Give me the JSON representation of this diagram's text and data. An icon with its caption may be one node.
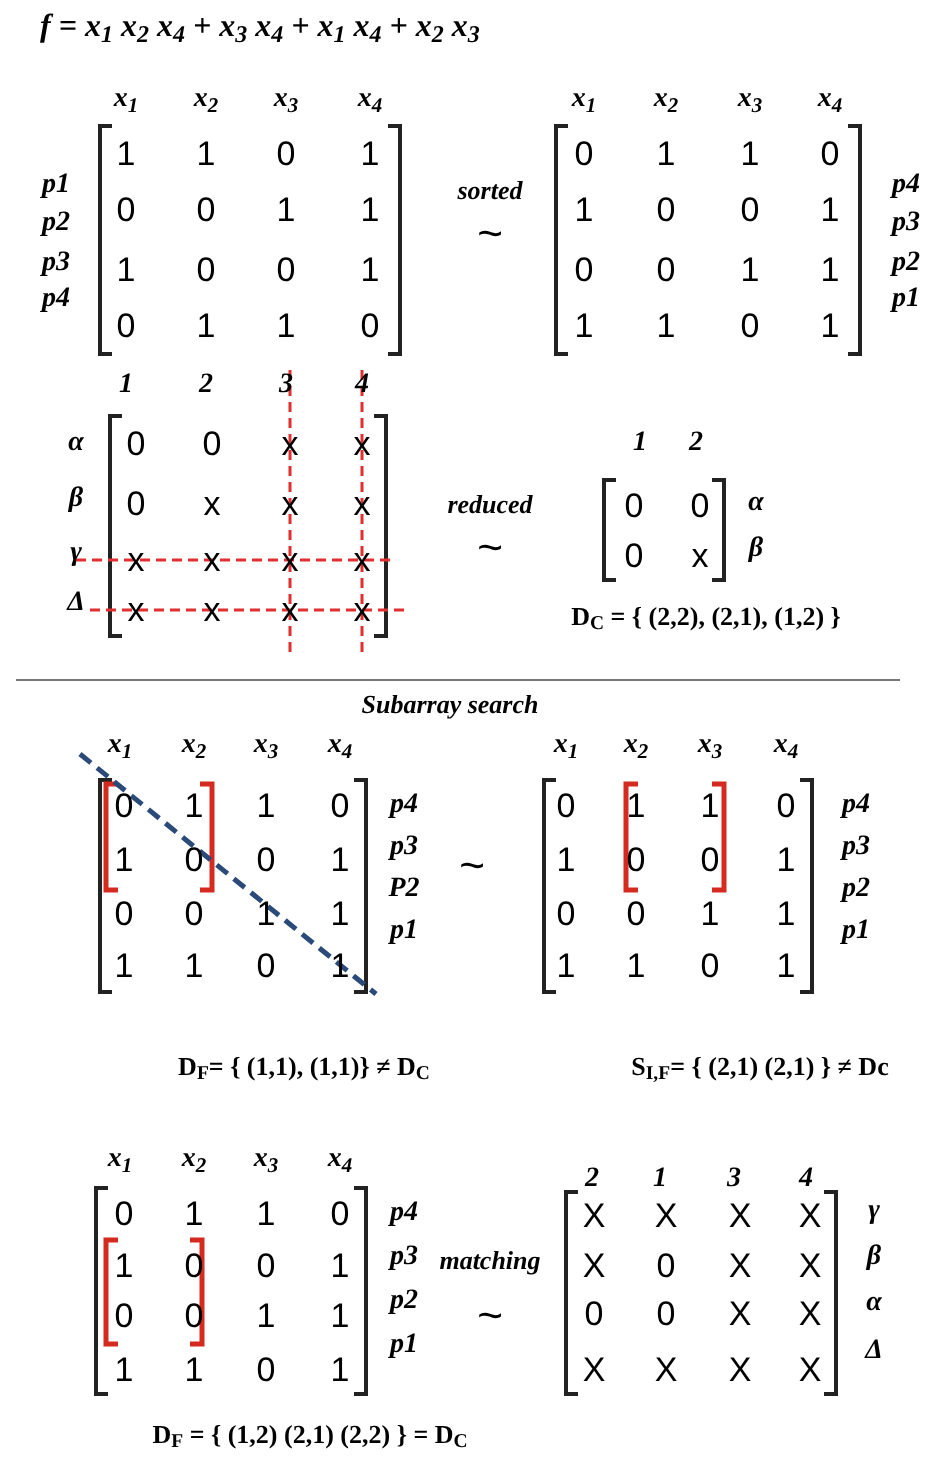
{
  "diagram": {
    "title": "f = x$_{1}$ x$_{2}$ x$_{4}$ + x$_{3}$ x$_{4}$ + x$_{1}$ x$_{4}$ + x$_{2}$ x$_{3}$",
    "labels": [
      "x$_{1}$",
      "x$_{2}$",
      "x$_{3}$",
      "x$_{4}$",
      "p1",
      "p2",
      "p3",
      "p4",
      "1",
      "1",
      "0",
      "1",
      "0",
      "0",
      "1",
      "1",
      "1",
      "0",
      "0",
      "1",
      "0",
      "1",
      "1",
      "0",
      "sorted",
      "~",
      "x$_{1}$",
      "x$_{2}$",
      "x$_{3}$",
      "x$_{4}$",
      "0",
      "1",
      "1",
      "0",
      "1",
      "0",
      "0",
      "1",
      "0",
      "0",
      "1",
      "1",
      "1",
      "1",
      "0",
      "1",
      "p4",
      "p3",
      "p2",
      "p1",
      "1",
      "2",
      "3",
      "4",
      "α",
      "β",
      "γ",
      "Δ",
      "0",
      "0",
      "x",
      "x",
      "0",
      "x",
      "x",
      "x",
      "x",
      "x",
      "x",
      "x",
      "x",
      "x",
      "x",
      "x",
      "reduced",
      "~",
      "1",
      "2",
      "0",
      "0",
      "0",
      "x",
      "α",
      "β",
      "D$_{C}$ = { (2,2), (2,1), (1,2) }",
      "Subarray search",
      "x$_{1}$",
      "x$_{2}$",
      "x$_{3}$",
      "x$_{4}$",
      "0",
      "1",
      "1",
      "0",
      "1",
      "0",
      "0",
      "1",
      "0",
      "0",
      "1",
      "1",
      "1",
      "1",
      "0",
      "1",
      "p4",
      "p3",
      "P2",
      "p1",
      "~",
      "x$_{1}$",
      "x$_{2}$",
      "x$_{3}$",
      "x$_{4}$",
      "0",
      "1",
      "1",
      "0",
      "1",
      "0",
      "0",
      "1",
      "0",
      "0",
      "1",
      "1",
      "1",
      "1",
      "0",
      "1",
      "p4",
      "p3",
      "p2",
      "p1",
      "D$_{F}$= { (1,1), (1,1)} ≠ D$_{C}$",
      "S$_{I,F}$= { (2,1) (2,1) } ≠ Dc",
      "x$_{1}$",
      "x$_{2}$",
      "x$_{3}$",
      "x$_{4}$",
      "0",
      "1",
      "1",
      "0",
      "1",
      "0",
      "0",
      "1",
      "0",
      "0",
      "1",
      "1",
      "1",
      "1",
      "0",
      "1",
      "p4",
      "p3",
      "p2",
      "p1",
      "matching",
      "~",
      "2",
      "1",
      "3",
      "4",
      "X",
      "X",
      "X",
      "X",
      "X",
      "0",
      "X",
      "X",
      "0",
      "0",
      "X",
      "X",
      "X",
      "X",
      "X",
      "X",
      "γ",
      "β",
      "α",
      "Δ",
      "D$_{F}$ = { (1,2) (2,1) (2,2) } = D$_{C}$"
    ]
  }
}
